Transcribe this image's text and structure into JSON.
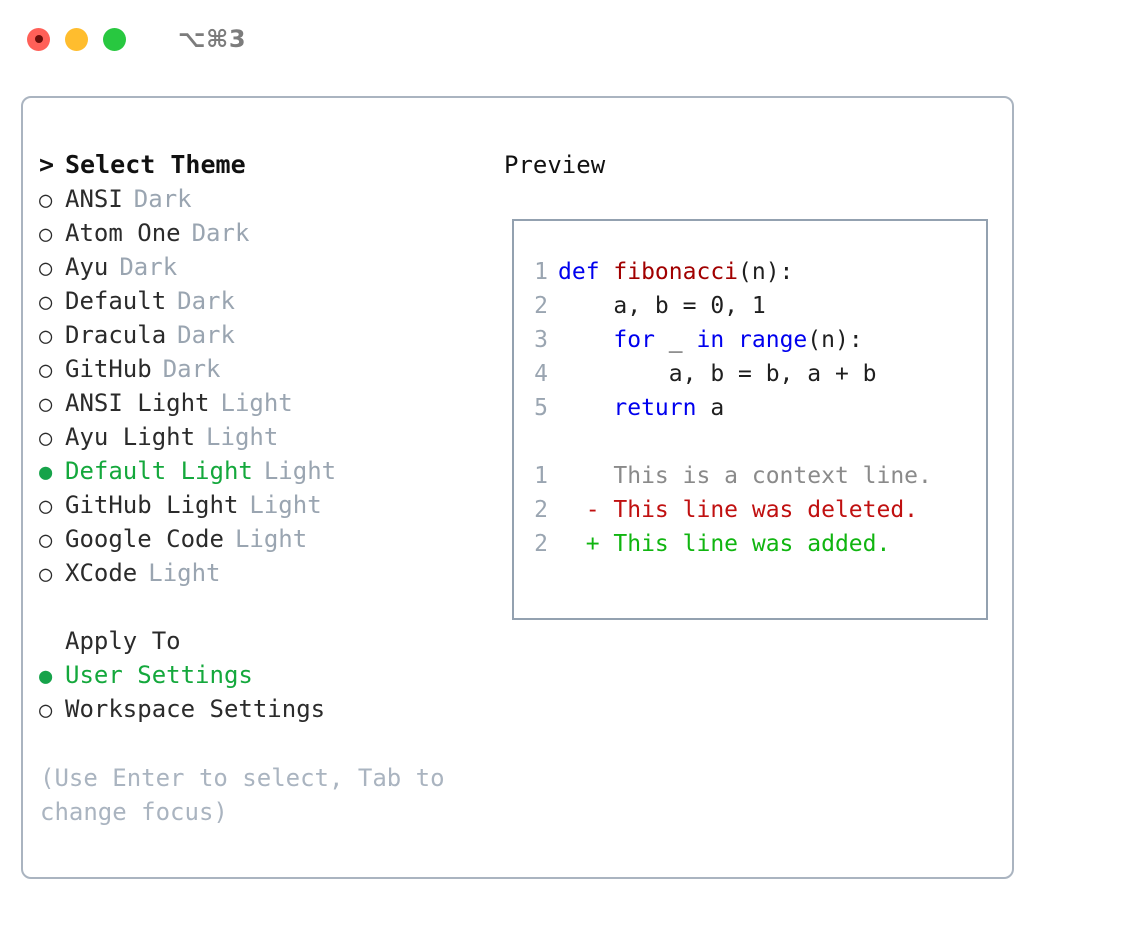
{
  "titlebar": {
    "shortcut": "⌥⌘3",
    "lights": [
      "close-red",
      "minimize-yellow",
      "zoom-green"
    ]
  },
  "theme_picker": {
    "header_prompt": ">",
    "header_label": "Select Theme",
    "bullet_selected": "●",
    "bullet_unselected": "○",
    "items": [
      {
        "name": "ANSI",
        "category": "Dark",
        "selected": false
      },
      {
        "name": "Atom One",
        "category": "Dark",
        "selected": false
      },
      {
        "name": "Ayu",
        "category": "Dark",
        "selected": false
      },
      {
        "name": "Default",
        "category": "Dark",
        "selected": false
      },
      {
        "name": "Dracula",
        "category": "Dark",
        "selected": false
      },
      {
        "name": "GitHub",
        "category": "Dark",
        "selected": false
      },
      {
        "name": "ANSI Light",
        "category": "Light",
        "selected": false
      },
      {
        "name": "Ayu Light",
        "category": "Light",
        "selected": false
      },
      {
        "name": "Default Light",
        "category": "Light",
        "selected": true
      },
      {
        "name": "GitHub Light",
        "category": "Light",
        "selected": false
      },
      {
        "name": "Google Code",
        "category": "Light",
        "selected": false
      },
      {
        "name": "XCode",
        "category": "Light",
        "selected": false
      }
    ]
  },
  "apply_to": {
    "title": "Apply To",
    "options": [
      {
        "label": "User Settings",
        "selected": true
      },
      {
        "label": "Workspace Settings",
        "selected": false
      }
    ]
  },
  "hint": "(Use Enter to select, Tab to change focus)",
  "preview": {
    "title": "Preview",
    "code_lines": [
      {
        "number": "1",
        "tokens": [
          {
            "text": "def ",
            "kind": "kw"
          },
          {
            "text": "fibonacci",
            "kind": "fn"
          },
          {
            "text": "(n):",
            "kind": "punc"
          }
        ]
      },
      {
        "number": "2",
        "tokens": [
          {
            "text": "    a, b = 0, 1",
            "kind": "plain"
          }
        ]
      },
      {
        "number": "3",
        "tokens": [
          {
            "text": "    for ",
            "kind": "kw"
          },
          {
            "text": "_ ",
            "kind": "plain"
          },
          {
            "text": "in ",
            "kind": "kw"
          },
          {
            "text": "range",
            "kind": "kw"
          },
          {
            "text": "(n):",
            "kind": "punc"
          }
        ]
      },
      {
        "number": "4",
        "tokens": [
          {
            "text": "        a, b = b, a + b",
            "kind": "plain"
          }
        ]
      },
      {
        "number": "5",
        "tokens": [
          {
            "text": "    return ",
            "kind": "kw"
          },
          {
            "text": "a",
            "kind": "plain"
          }
        ]
      }
    ],
    "diff_lines": [
      {
        "number": "1",
        "marker": " ",
        "text": "This is a context line.",
        "kind": "ctx"
      },
      {
        "number": "2",
        "marker": "-",
        "text": "This line was deleted.",
        "kind": "del"
      },
      {
        "number": "2",
        "marker": "+",
        "text": "This line was added.",
        "kind": "add"
      }
    ]
  },
  "colors": {
    "accent_green": "#14a83c",
    "muted": "#9aa5b1",
    "border": "#aab4c0",
    "preview_border": "#93a1b0",
    "keyword": "#0000ee",
    "function": "#a10000",
    "diff_delete": "#c01010",
    "diff_add": "#10b510",
    "diff_context": "#8a8a8a",
    "light_red": "#ff6058",
    "light_yellow": "#ffbd2e",
    "light_green": "#28c840"
  }
}
